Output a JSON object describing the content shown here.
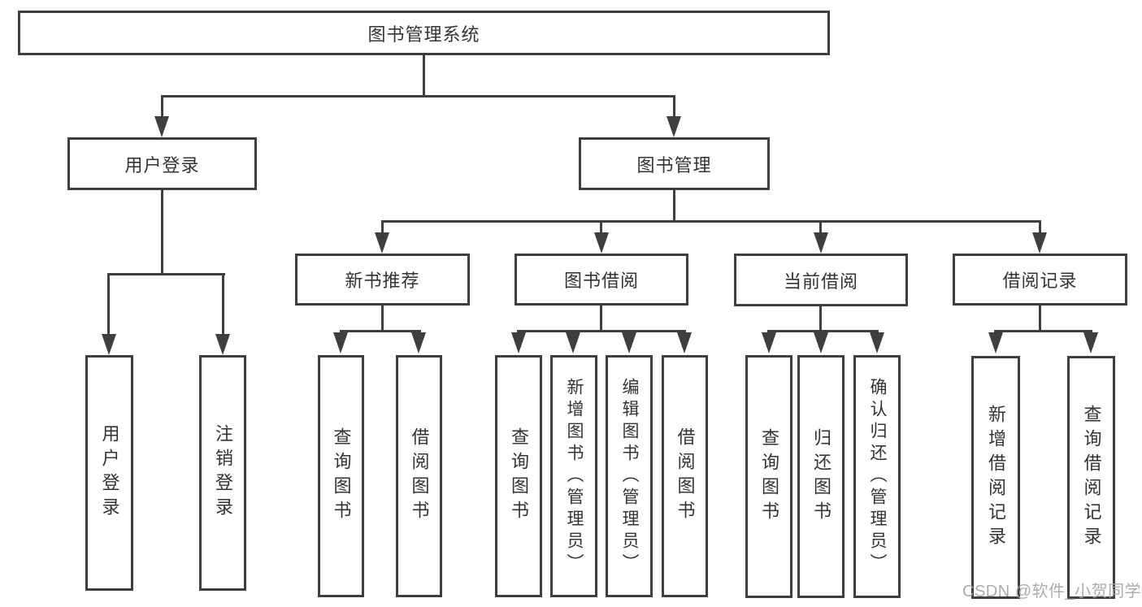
{
  "diagram": {
    "root": {
      "label": "图书管理系统"
    },
    "level1": [
      {
        "label": "用户登录"
      },
      {
        "label": "图书管理"
      }
    ],
    "level2": [
      {
        "label": "新书推荐"
      },
      {
        "label": "图书借阅"
      },
      {
        "label": "当前借阅"
      },
      {
        "label": "借阅记录"
      }
    ],
    "leaves": {
      "user_login": [
        {
          "label": "用户登录"
        },
        {
          "label": "注销登录"
        }
      ],
      "new_book_recommend": [
        {
          "label": "查询图书"
        },
        {
          "label": "借阅图书"
        }
      ],
      "book_borrow": [
        {
          "label": "查询图书"
        },
        {
          "label": "新增图书（管理员）"
        },
        {
          "label": "编辑图书（管理员）"
        },
        {
          "label": "借阅图书"
        }
      ],
      "current_borrow": [
        {
          "label": "查询图书"
        },
        {
          "label": "归还图书"
        },
        {
          "label": "确认归还（管理员）"
        }
      ],
      "borrow_records": [
        {
          "label": "新增借阅记录"
        },
        {
          "label": "查询借阅记录"
        }
      ]
    }
  },
  "watermark": {
    "text": "CSDN @软件_小贺同学",
    "color": "#a5a5a5"
  },
  "colors": {
    "line": "#3f3f3f",
    "text": "#333333",
    "background": "#ffffff"
  }
}
